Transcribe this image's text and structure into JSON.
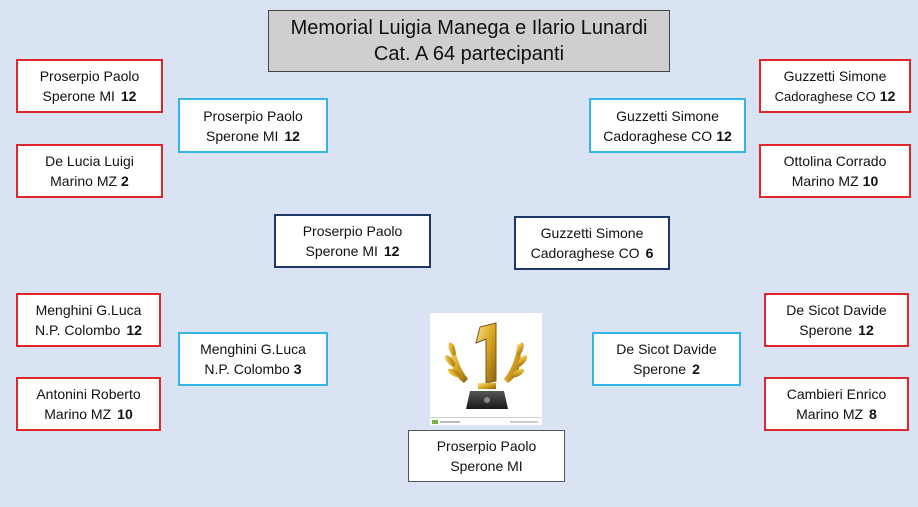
{
  "title": {
    "line1": "Memorial Luigia Manega e Ilario Lunardi",
    "line2": "Cat. A  64 partecipanti"
  },
  "bracket": {
    "left_round1": [
      {
        "name": "Proserpio Paolo",
        "club": "Sperone MI",
        "score": "12"
      },
      {
        "name": "De Lucia Luigi",
        "club": "Marino MZ",
        "score": "2"
      },
      {
        "name": "Menghini G.Luca",
        "club": "N.P. Colombo",
        "score": "12"
      },
      {
        "name": "Antonini Roberto",
        "club": "Marino MZ",
        "score": "10"
      }
    ],
    "left_round2": [
      {
        "name": "Proserpio Paolo",
        "club": "Sperone MI",
        "score": "12"
      },
      {
        "name": "Menghini G.Luca",
        "club": "N.P. Colombo",
        "score": "3"
      }
    ],
    "left_round3": {
      "name": "Proserpio Paolo",
      "club": "Sperone MI",
      "score": "12"
    },
    "right_round1": [
      {
        "name": "Guzzetti Simone",
        "club": "Cadoraghese CO",
        "score": "12"
      },
      {
        "name": "Ottolina Corrado",
        "club": "Marino MZ",
        "score": "10"
      },
      {
        "name": "De Sicot Davide",
        "club": "Sperone",
        "score": "12"
      },
      {
        "name": "Cambieri Enrico",
        "club": "Marino MZ",
        "score": "8"
      }
    ],
    "right_round2": [
      {
        "name": "Guzzetti Simone",
        "club": "Cadoraghese CO",
        "score": "12"
      },
      {
        "name": "De Sicot Davide",
        "club": "Sperone",
        "score": "2"
      }
    ],
    "right_round3": {
      "name": "Guzzetti Simone",
      "club": "Cadoraghese CO",
      "score": "6"
    },
    "winner": {
      "name": "Proserpio Paolo",
      "club": "Sperone MI"
    }
  },
  "trophy": {
    "icon": "trophy-number-one-icon",
    "color_gold": "#d9a520",
    "color_base": "#2b2b2b"
  },
  "colors": {
    "background": "#dae3f3",
    "round1_border": "#e0262a",
    "round2_border": "#33b5e5",
    "round3_border": "#1f3768",
    "title_bg": "#d0cece"
  }
}
